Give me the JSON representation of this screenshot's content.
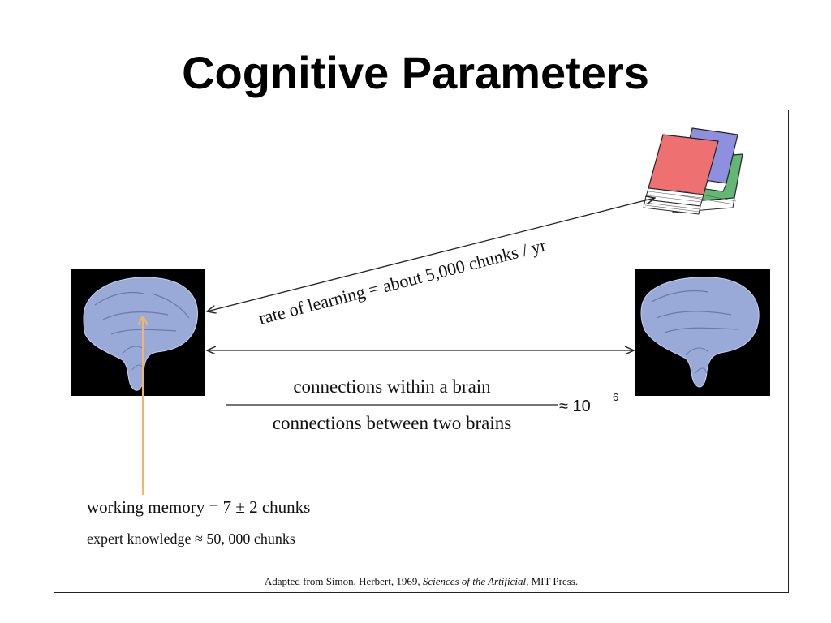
{
  "slide": {
    "title": "Cognitive Parameters"
  },
  "figure": {
    "learning_rate_label": "rate of learning = about 5,000 chunks / yr",
    "ratio_numerator": "connections within a brain",
    "ratio_denominator": "connections between two brains",
    "ratio_approx": "≈ 10",
    "ratio_exponent": "6",
    "working_memory": "working memory = 7 ± 2 chunks",
    "expert_knowledge": "expert knowledge ≈ 50, 000 chunks",
    "citation_prefix": "Adapted from Simon, Herbert, 1969, ",
    "citation_title": "Sciences of the Artificial",
    "citation_suffix": ", MIT Press."
  },
  "colors": {
    "book_red": "#ef7070",
    "book_blue": "#8f8fe0",
    "book_green": "#62b872",
    "memory_arrow": "#f2b56b",
    "brain_bg": "#000000",
    "brain_tissue": "#9aaad8"
  },
  "icons": {
    "books": "books-stack-icon",
    "left_brain": "brain-scan-left",
    "right_brain": "brain-scan-right"
  }
}
